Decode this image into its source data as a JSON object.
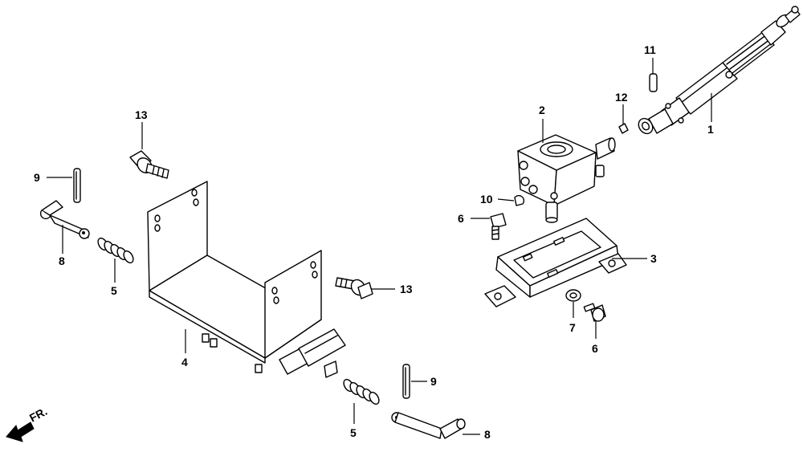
{
  "diagram": {
    "callouts": [
      {
        "id": "c1",
        "label": "1"
      },
      {
        "id": "c2",
        "label": "2"
      },
      {
        "id": "c3",
        "label": "3"
      },
      {
        "id": "c4",
        "label": "4"
      },
      {
        "id": "c5a",
        "label": "5"
      },
      {
        "id": "c5b",
        "label": "5"
      },
      {
        "id": "c6a",
        "label": "6"
      },
      {
        "id": "c6b",
        "label": "6"
      },
      {
        "id": "c7",
        "label": "7"
      },
      {
        "id": "c8a",
        "label": "8"
      },
      {
        "id": "c8b",
        "label": "8"
      },
      {
        "id": "c9a",
        "label": "9"
      },
      {
        "id": "c9b",
        "label": "9"
      },
      {
        "id": "c10",
        "label": "10"
      },
      {
        "id": "c11",
        "label": "11"
      },
      {
        "id": "c12",
        "label": "12"
      },
      {
        "id": "c13a",
        "label": "13"
      },
      {
        "id": "c13b",
        "label": "13"
      }
    ],
    "direction_label": "FR."
  }
}
